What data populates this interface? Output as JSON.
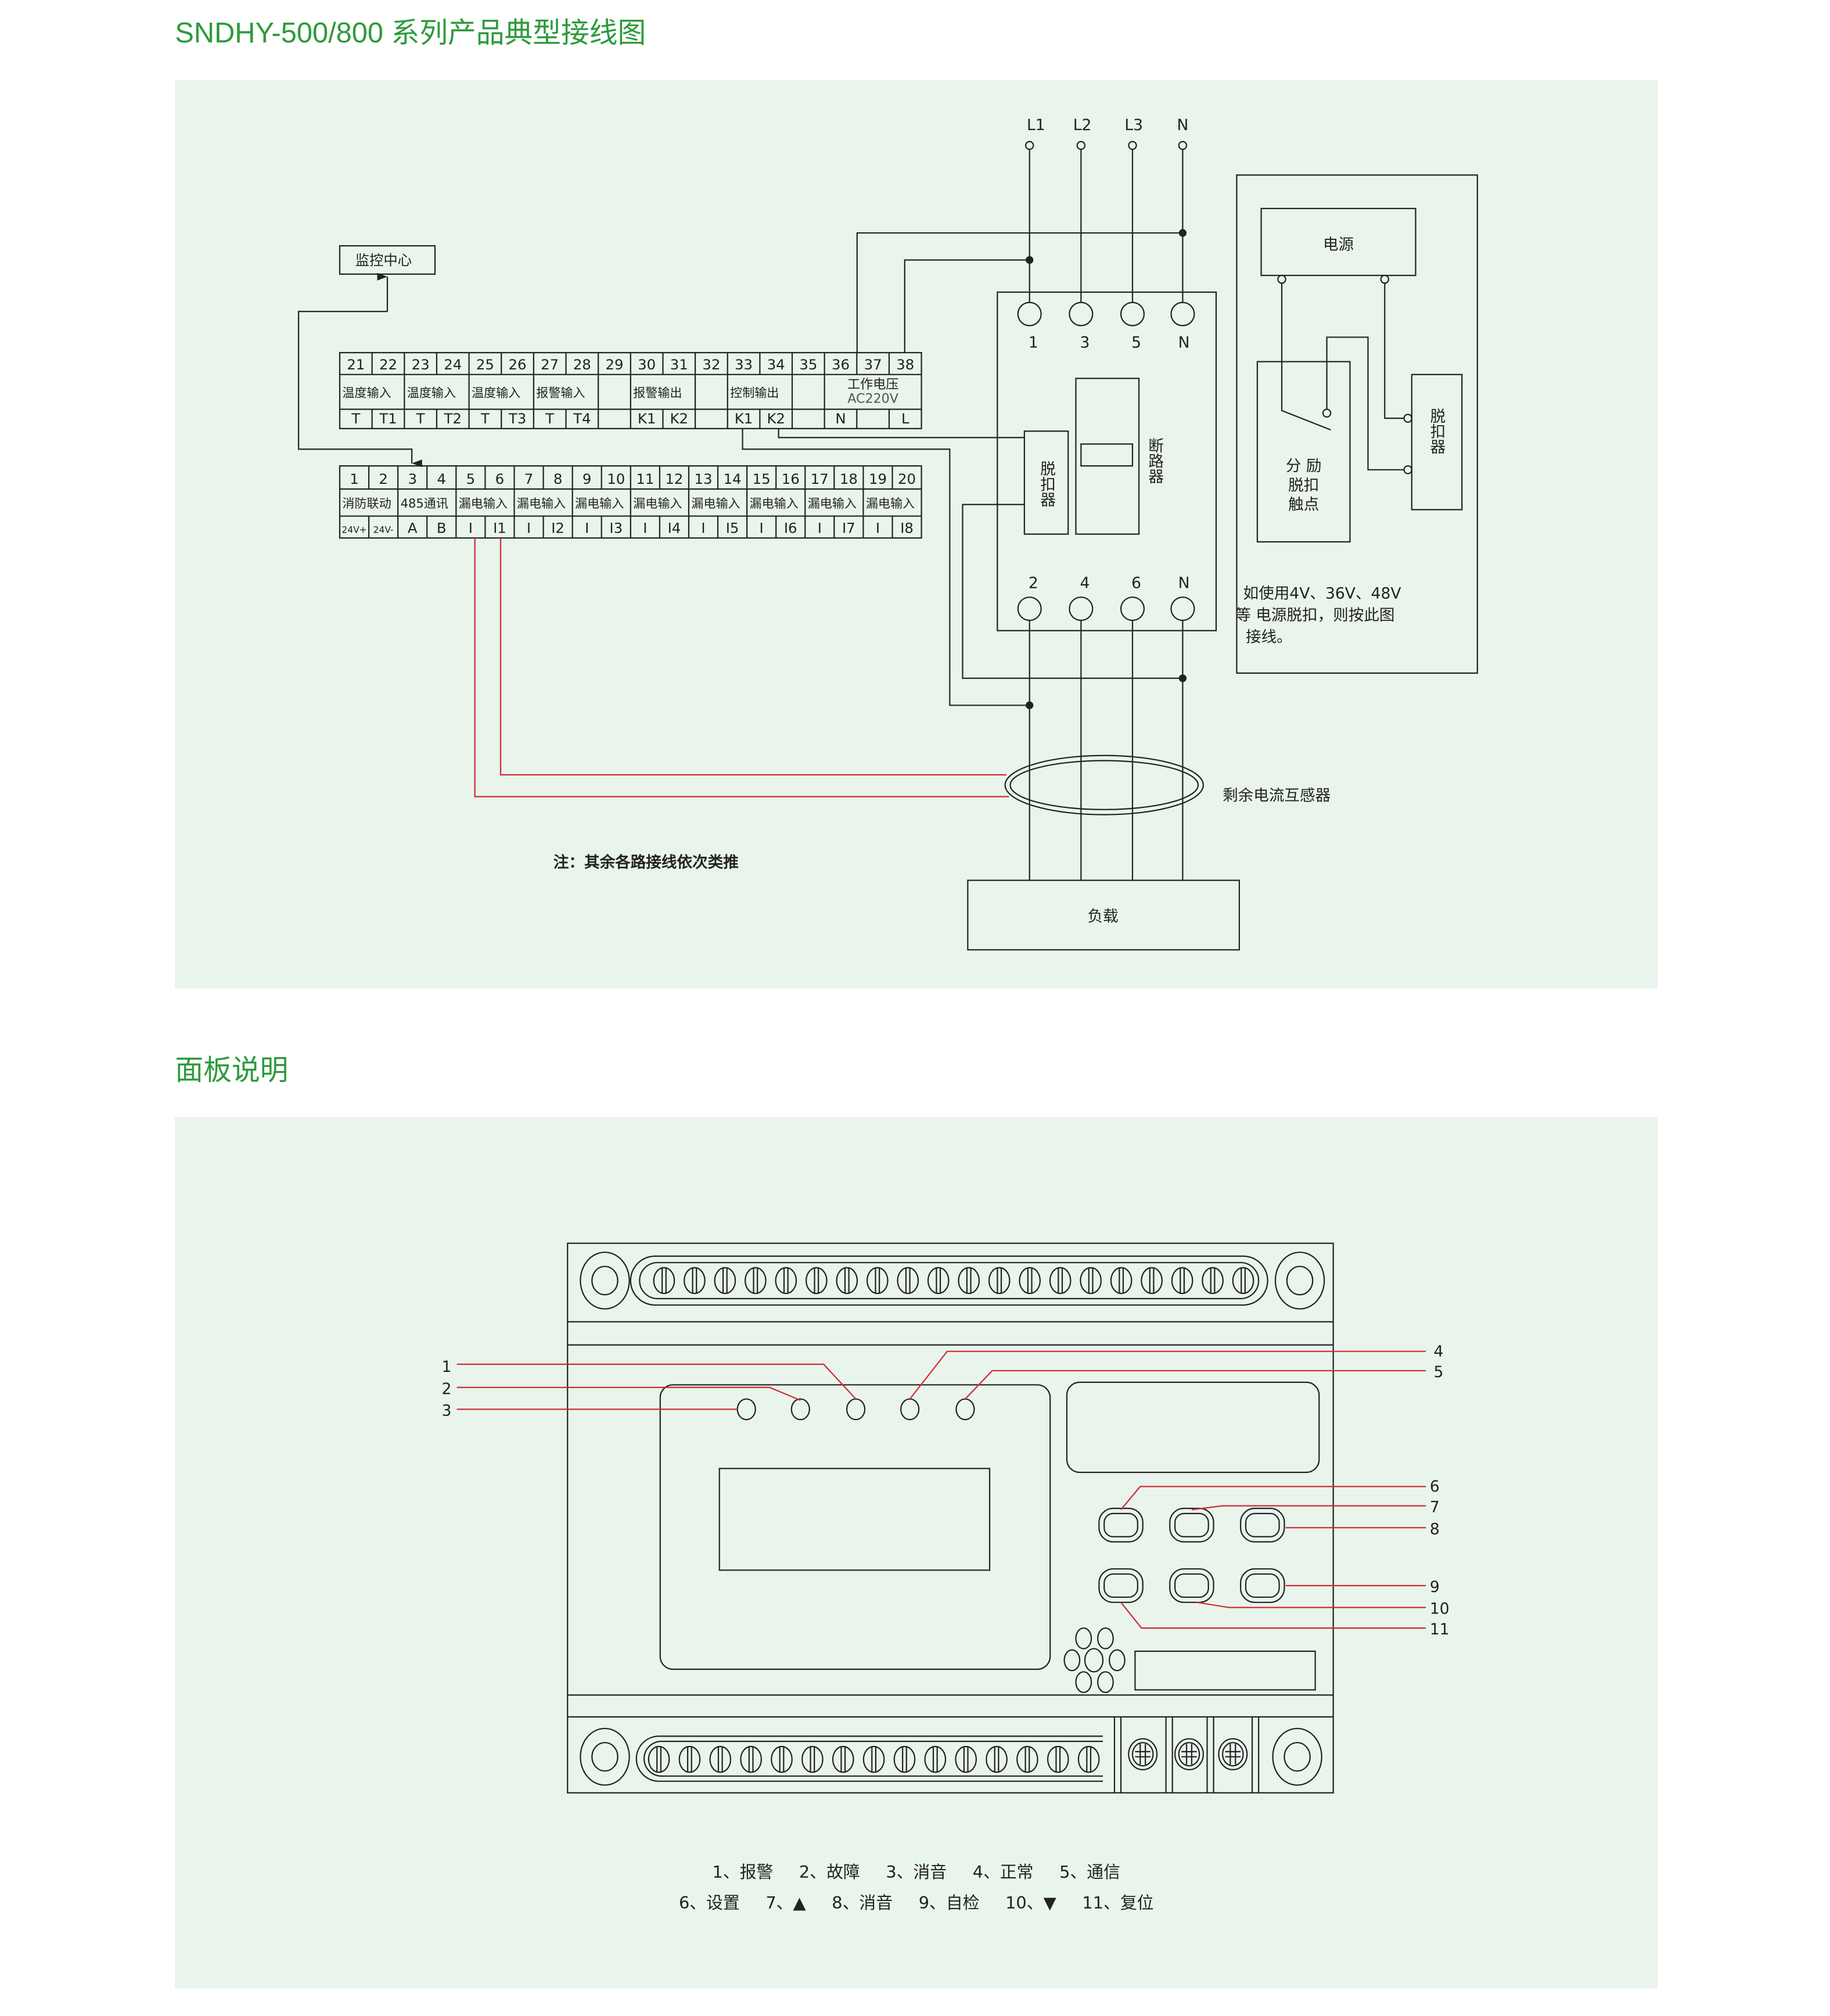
{
  "titles": {
    "wiring": "SNDHY-500/800 系列产品典型接线图",
    "panel": "面板说明"
  },
  "wiring": {
    "phases": [
      "L1",
      "L2",
      "L3",
      "N"
    ],
    "monitor": "监控中心",
    "breaker": {
      "top_terminals": [
        "1",
        "3",
        "5",
        "N"
      ],
      "bottom_terminals": [
        "2",
        "4",
        "6",
        "N"
      ],
      "label": "断路器",
      "trip_unit": "脱扣器"
    },
    "upper_terminals": {
      "numbers": [
        "21",
        "22",
        "23",
        "24",
        "25",
        "26",
        "27",
        "28",
        "29",
        "30",
        "31",
        "32",
        "33",
        "34",
        "35",
        "36",
        "37",
        "38"
      ],
      "groups": [
        {
          "label": "温度输入",
          "span": 2
        },
        {
          "label": "温度输入",
          "span": 2
        },
        {
          "label": "温度输入",
          "span": 2
        },
        {
          "label": "报警输入",
          "span": 2
        },
        {
          "label": "",
          "span": 1
        },
        {
          "label": "报警输出",
          "span": 2
        },
        {
          "label": "",
          "span": 1
        },
        {
          "label": "控制输出",
          "span": 2
        },
        {
          "label": "",
          "span": 1
        },
        {
          "label": "工作电压",
          "sublabel": "AC220V",
          "span": 3
        }
      ],
      "pins": [
        "T",
        "T1",
        "T",
        "T2",
        "T",
        "T3",
        "T",
        "T4",
        "",
        "K1",
        "K2",
        "",
        "K1",
        "K2",
        "",
        "N",
        "",
        "L"
      ]
    },
    "lower_terminals": {
      "numbers": [
        "1",
        "2",
        "3",
        "4",
        "5",
        "6",
        "7",
        "8",
        "9",
        "10",
        "11",
        "12",
        "13",
        "14",
        "15",
        "16",
        "17",
        "18",
        "19",
        "20"
      ],
      "groups": [
        {
          "label": "消防联动",
          "span": 2
        },
        {
          "label": "485通讯",
          "span": 2
        },
        {
          "label": "漏电输入",
          "span": 2
        },
        {
          "label": "漏电输入",
          "span": 2
        },
        {
          "label": "漏电输入",
          "span": 2
        },
        {
          "label": "漏电输入",
          "span": 2
        },
        {
          "label": "漏电输入",
          "span": 2
        },
        {
          "label": "漏电输入",
          "span": 2
        },
        {
          "label": "漏电输入",
          "span": 2
        },
        {
          "label": "漏电输入",
          "span": 2
        }
      ],
      "pins": [
        "24V+",
        "24V-",
        "A",
        "B",
        "I",
        "I1",
        "I",
        "I2",
        "I",
        "I3",
        "I",
        "I4",
        "I",
        "I5",
        "I",
        "I6",
        "I",
        "I7",
        "I",
        "I8"
      ]
    },
    "sensor": "剩余电流互感器",
    "load": "负载",
    "note": "注：其余各路接线依次类推",
    "shunt": {
      "power": "电源",
      "contact": [
        "分  励",
        "脱扣",
        "触点"
      ],
      "trip_unit": "脱扣器",
      "caption": [
        "如使用4V、36V、48V",
        "等 电源脱扣，则按此图",
        "接线。"
      ]
    }
  },
  "panel": {
    "callouts": [
      "1",
      "2",
      "3",
      "4",
      "5",
      "6",
      "7",
      "8",
      "9",
      "10",
      "11"
    ],
    "legend_rows": [
      [
        "1、报警",
        "2、故障",
        "3、消音",
        "4、正常",
        "5、通信"
      ],
      [
        "6、设置",
        "7、▲",
        "8、消音",
        "9、自检",
        "10、▼",
        "11、复位"
      ]
    ],
    "colors": {
      "title": "#2e9a3c",
      "background": "#e9f4ec",
      "callout_line": "#cc2b36"
    }
  }
}
